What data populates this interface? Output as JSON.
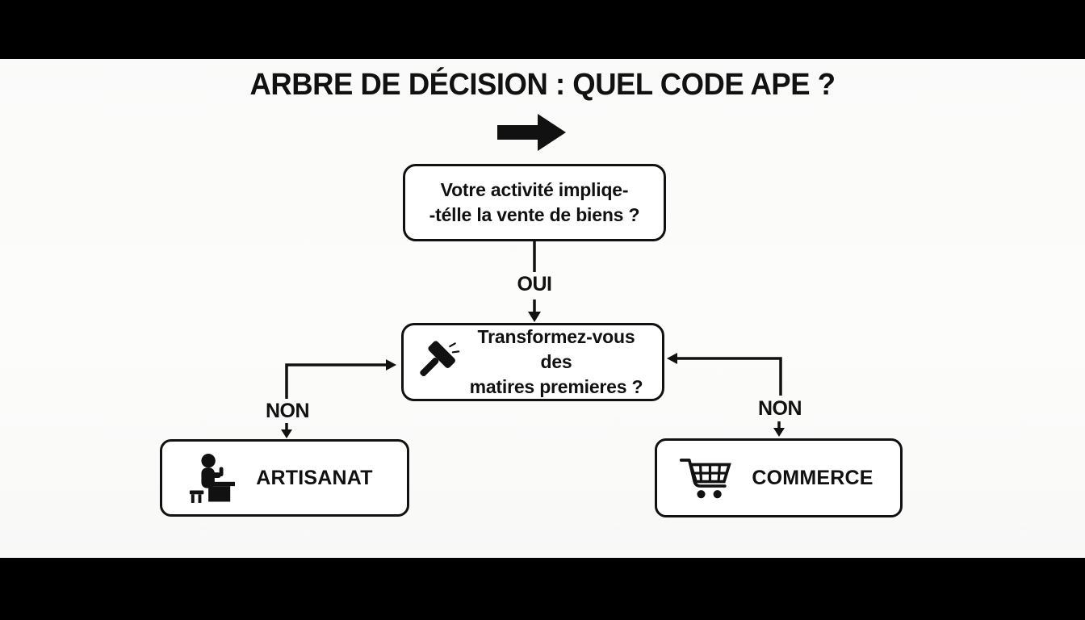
{
  "title": "ARBRE DE DÉCISION : QUEL CODE APE ?",
  "labels": {
    "oui": "OUI",
    "non_left": "NON",
    "non_right": "NON"
  },
  "nodes": {
    "question_vente": {
      "text": "Votre activité impliqe-\n-télle la vente de biens ?"
    },
    "question_transformation": {
      "text": "Transformez-vous des\nmatires premieres ?",
      "icon": "gavel-icon"
    },
    "artisanat": {
      "label": "ARTISANAT",
      "icon": "craftsman-at-desk-icon"
    },
    "commerce": {
      "label": "COMMERCE",
      "icon": "shopping-cart-icon"
    }
  },
  "decor": {
    "title_pointer_icon": "right-arrow-icon"
  },
  "colors": {
    "ink": "#111111",
    "letterbox": "#000000",
    "background": "#fbfbfa",
    "node_fill": "#ffffff"
  }
}
